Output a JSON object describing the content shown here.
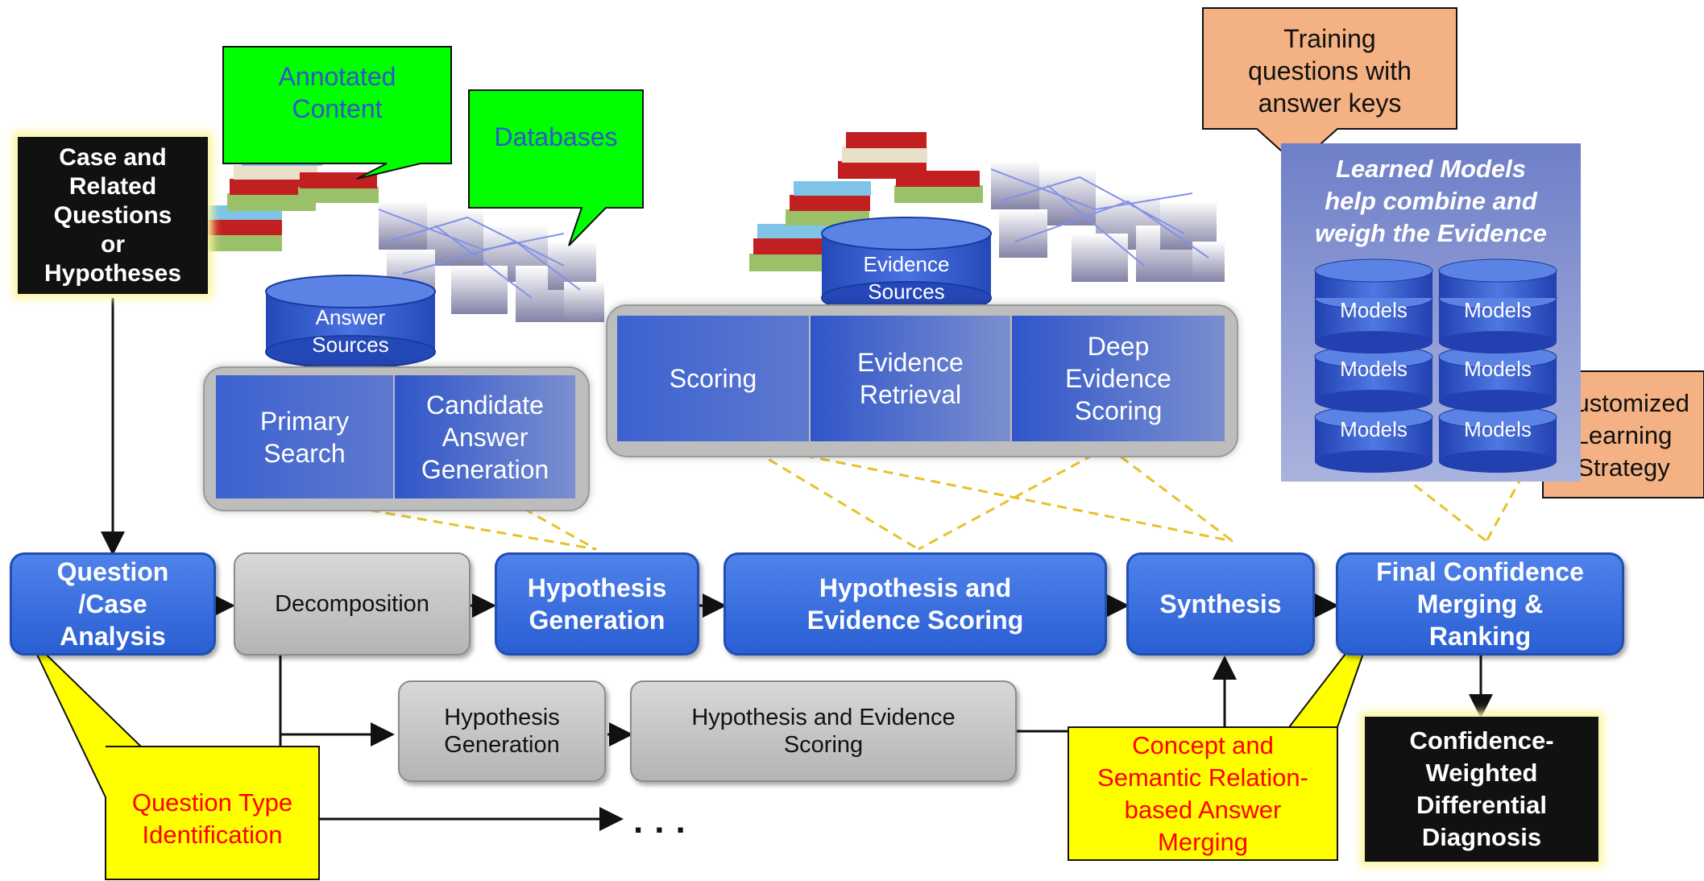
{
  "inputs": {
    "case": "Case and\nRelated\nQuestions\nor\nHypotheses"
  },
  "callouts": {
    "annotated": "Annotated\nContent",
    "databases": "Databases",
    "training": "Training\nquestions with\nanswer keys",
    "customized": "Customized\nLearning\nStrategy",
    "question_type": "Question Type\nIdentification",
    "concept": "Concept and\nSemantic Relation-\nbased Answer\nMerging"
  },
  "sources": {
    "answer": "Answer\nSources",
    "evidence": "Evidence\nSources"
  },
  "search_tray": {
    "primary": "Primary\nSearch",
    "candidate": "Candidate\nAnswer\nGeneration"
  },
  "evidence_tray": {
    "scoring": "Scoring",
    "retrieval": "Evidence\nRetrieval",
    "deep": "Deep\nEvidence\nScoring"
  },
  "models": {
    "title": "Learned Models\nhelp combine and\nweigh the Evidence",
    "label": "Models"
  },
  "pipeline": {
    "analysis": "Question\n/Case\nAnalysis",
    "decomposition": "Decomposition",
    "hyp_gen": "Hypothesis\nGeneration",
    "hyp_ev": "Hypothesis and\nEvidence  Scoring",
    "synthesis": "Synthesis",
    "final": "Final Confidence\nMerging &\nRanking"
  },
  "sub_pipeline": {
    "hyp_gen": "Hypothesis\nGeneration",
    "hyp_ev": "Hypothesis and Evidence\nScoring",
    "ellipsis": "..."
  },
  "output": {
    "diagnosis": "Confidence-\nWeighted\nDifferential\nDiagnosis"
  },
  "colors": {
    "pipeline_blue": "#3366dd",
    "gray_box": "#c4c4c4",
    "callout_green": "#00ff00",
    "callout_green_text": "#3355cc",
    "callout_orange": "#f4b183",
    "callout_yellow": "#ffff00",
    "callout_yellow_text": "#ff0000",
    "dashed_connector": "#e6c229"
  }
}
